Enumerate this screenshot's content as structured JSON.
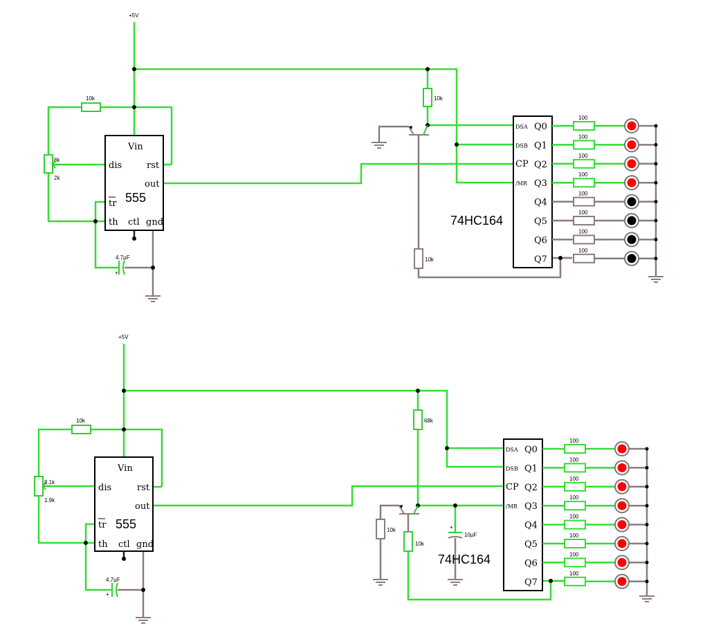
{
  "circuits": [
    {
      "supply_label": "+5V",
      "timer": {
        "name": "555",
        "pins": {
          "vin": "Vin",
          "dis": "dis",
          "rst": "rst",
          "out": "out",
          "tr": "tr",
          "th": "th",
          "ctl": "ctl",
          "gnd": "gnd"
        }
      },
      "r_top": "10k",
      "pot_a": "8k",
      "pot_b": "2k",
      "cap": "4.7µF",
      "cap_sign": "+",
      "r_pullup": "10k",
      "r_base": "10k",
      "shift_register": {
        "name": "74HC164",
        "inputs": [
          "DSA",
          "DSB",
          "CP",
          "/MR"
        ],
        "outputs": [
          "Q0",
          "Q1",
          "Q2",
          "Q3",
          "Q4",
          "Q5",
          "Q6",
          "Q7"
        ]
      },
      "led_resistors": [
        "100",
        "100",
        "100",
        "100",
        "100",
        "100",
        "100",
        "100"
      ],
      "led_colors": [
        "#ff0000",
        "#ff0000",
        "#ff0000",
        "#ff0000",
        "#000000",
        "#000000",
        "#000000",
        "#000000"
      ]
    },
    {
      "supply_label": "+5V",
      "timer": {
        "name": "555",
        "pins": {
          "vin": "Vin",
          "dis": "dis",
          "rst": "rst",
          "out": "out",
          "tr": "tr",
          "th": "th",
          "ctl": "ctl",
          "gnd": "gnd"
        }
      },
      "r_top": "10k",
      "pot_a": "8.1k",
      "pot_b": "1.9k",
      "cap": "4.7µF",
      "cap_sign": "+",
      "r_collector": "68k",
      "r_left": "10k",
      "r_emitter": "10k",
      "cap2": "10µF",
      "cap2_sign": "+",
      "shift_register": {
        "name": "74HC164",
        "inputs": [
          "DSA",
          "DSB",
          "CP",
          "/MR"
        ],
        "outputs": [
          "Q0",
          "Q1",
          "Q2",
          "Q3",
          "Q4",
          "Q5",
          "Q6",
          "Q7"
        ]
      },
      "led_resistors": [
        "100",
        "100",
        "100",
        "100",
        "100",
        "100",
        "100",
        "100"
      ],
      "led_colors": [
        "#ff0000",
        "#ff0000",
        "#ff0000",
        "#ff0000",
        "#ff0000",
        "#ff0000",
        "#ff0000",
        "#ff0000"
      ]
    }
  ]
}
